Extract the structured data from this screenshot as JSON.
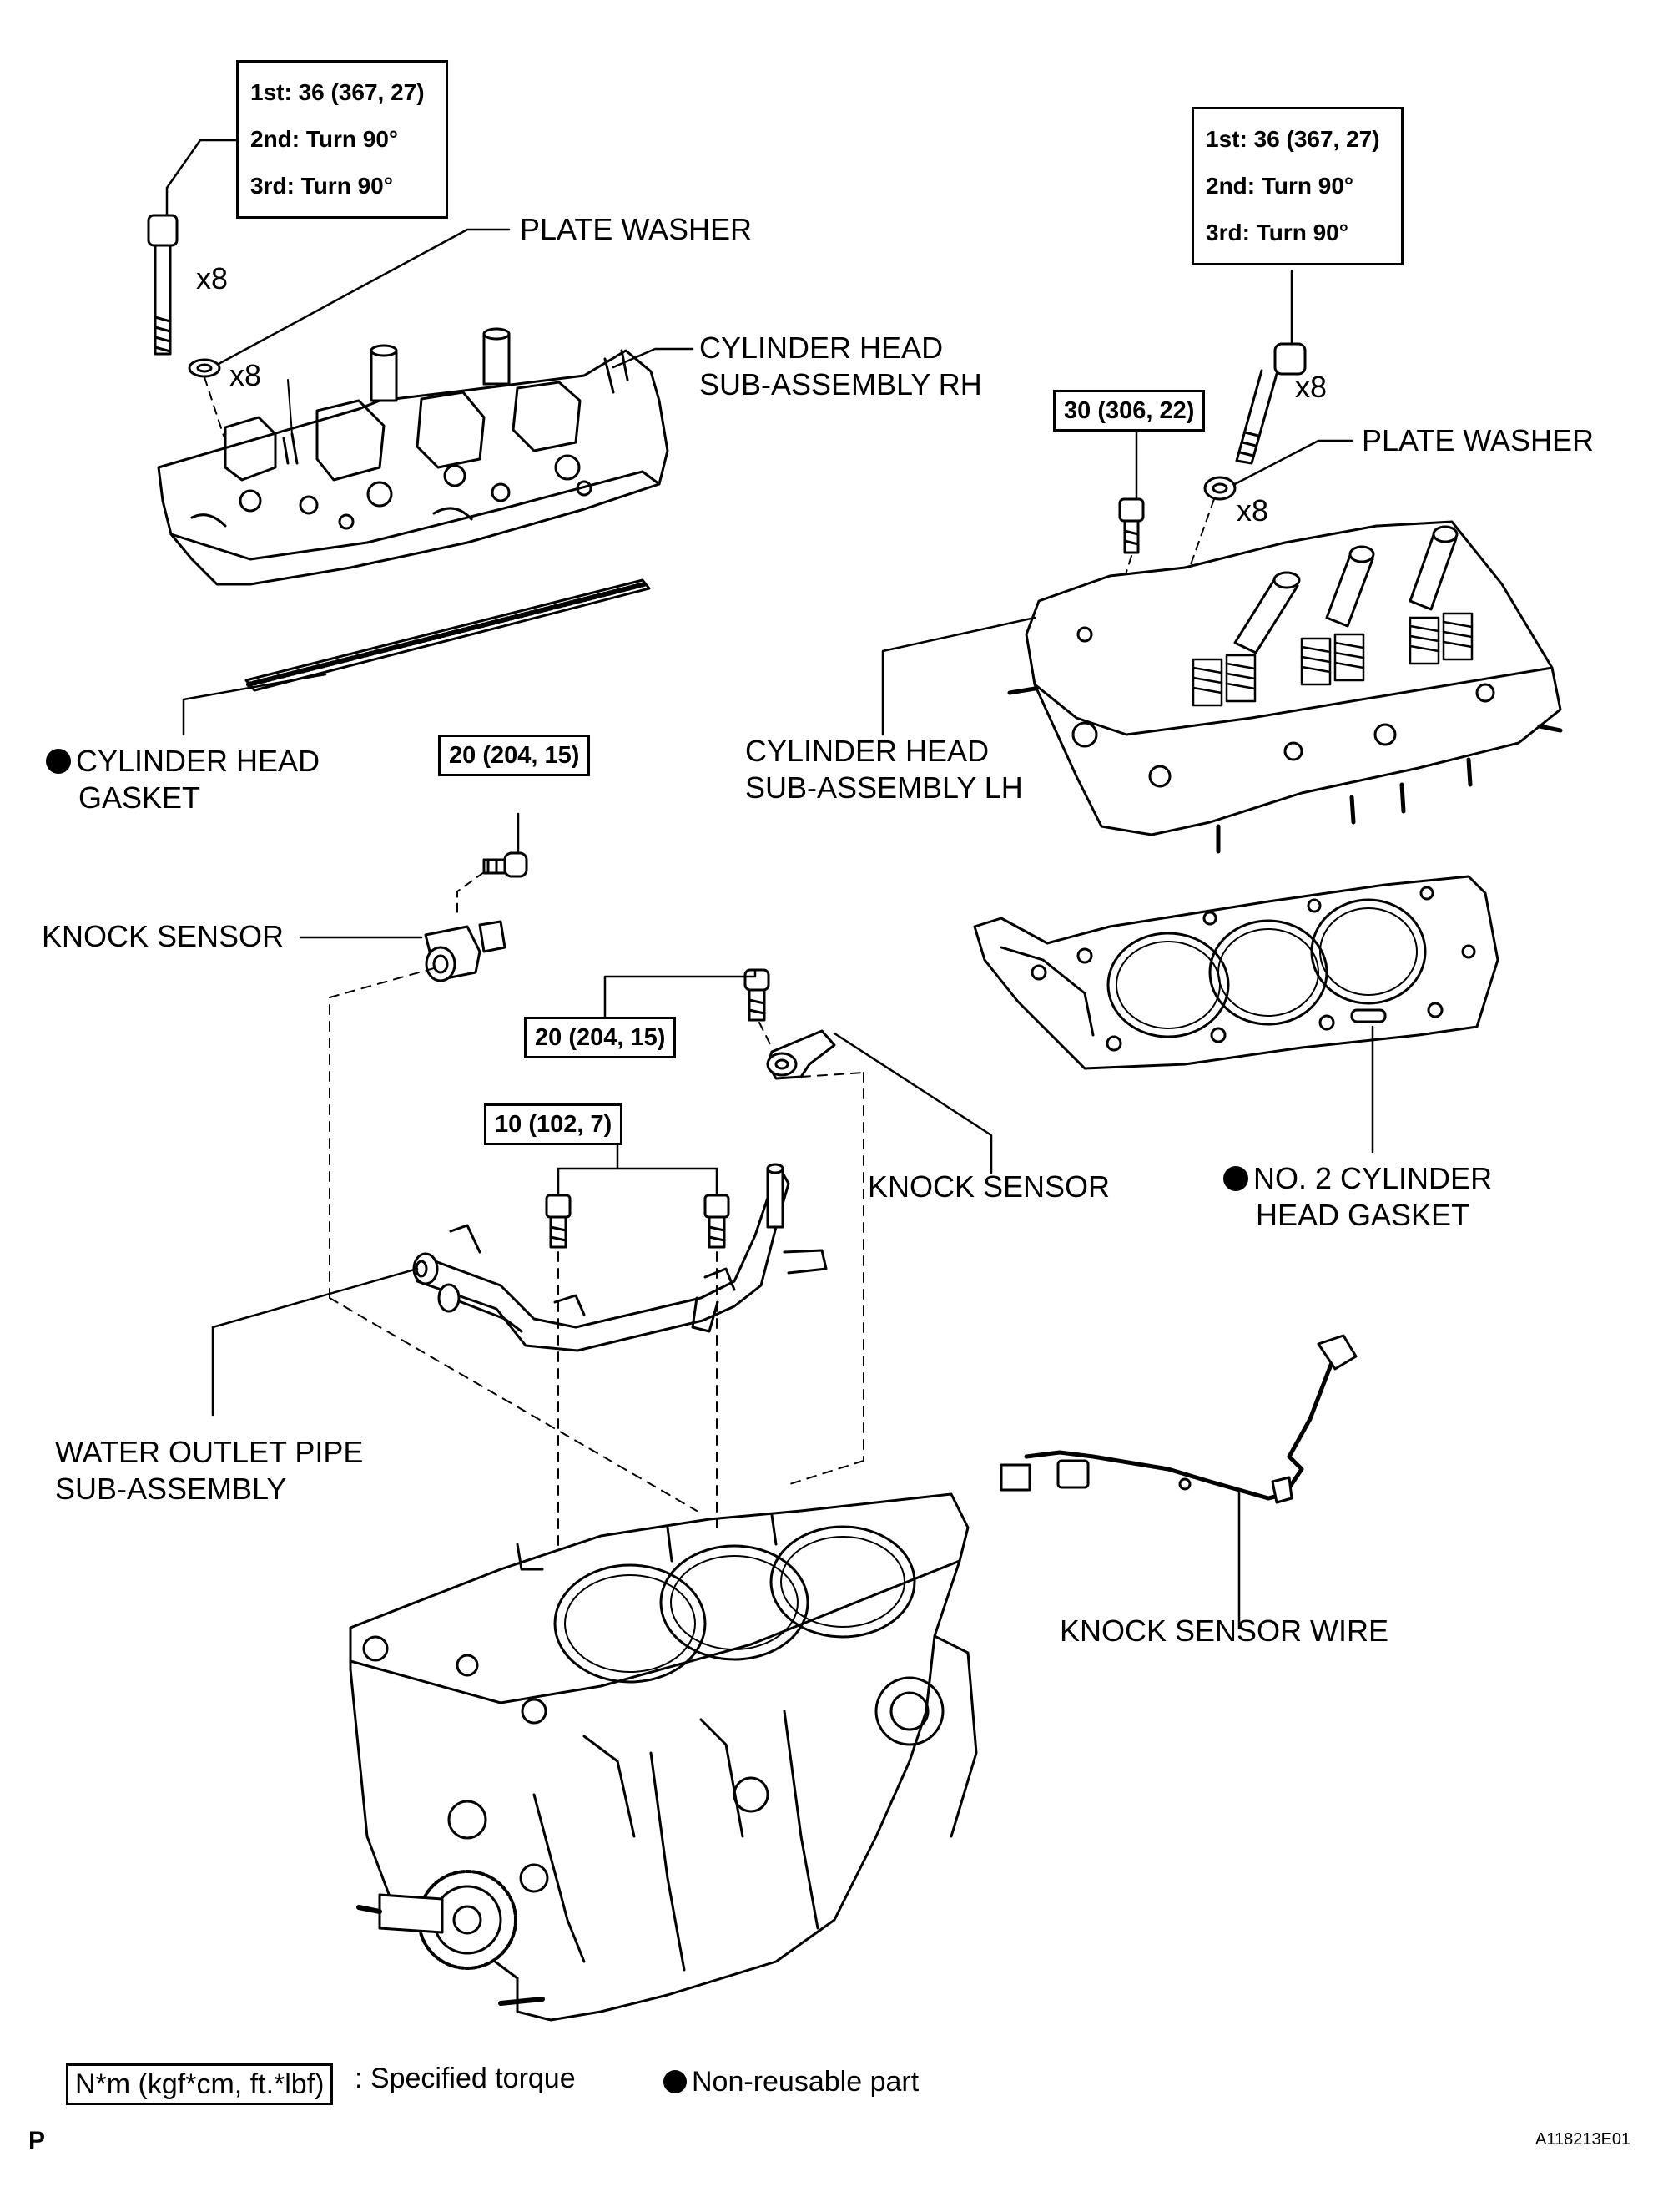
{
  "torque": {
    "rh_head_bolt": {
      "first": "1st: 36 (367, 27)",
      "second": "2nd: Turn 90°",
      "third": "3rd: Turn 90°"
    },
    "lh_head_bolt": {
      "first": "1st: 36 (367, 27)",
      "second": "2nd: Turn 90°",
      "third": "3rd: Turn 90°"
    },
    "lh_small_bolt": "30 (306, 22)",
    "knock_sensor_1": "20 (204, 15)",
    "knock_sensor_2": "20 (204, 15)",
    "water_pipe_bolts": "10 (102, 7)"
  },
  "quantities": {
    "rh_bolts": "x8",
    "rh_washers": "x8",
    "lh_bolts": "x8",
    "lh_washers": "x8"
  },
  "labels": {
    "plate_washer_rh": "PLATE WASHER",
    "cyl_head_rh_1": "CYLINDER HEAD",
    "cyl_head_rh_2": "SUB-ASSEMBLY RH",
    "plate_washer_lh": "PLATE WASHER",
    "cyl_head_gasket_1": "CYLINDER HEAD",
    "cyl_head_gasket_2": "GASKET",
    "cyl_head_lh_1": "CYLINDER HEAD",
    "cyl_head_lh_2": "SUB-ASSEMBLY LH",
    "knock_sensor_left": "KNOCK SENSOR",
    "knock_sensor_right": "KNOCK SENSOR",
    "no2_gasket_1": "NO.  2 CYLINDER",
    "no2_gasket_2": "HEAD GASKET",
    "water_pipe_1": "WATER OUTLET PIPE",
    "water_pipe_2": "SUB-ASSEMBLY",
    "knock_sensor_wire": "KNOCK SENSOR WIRE"
  },
  "legend": {
    "torque_unit": "N*m (kgf*cm, ft.*lbf)",
    "torque_desc": ": Specified torque",
    "non_reusable": "Non-reusable part"
  },
  "footer": {
    "page_mark": "P",
    "figure_id": "A118213E01"
  }
}
